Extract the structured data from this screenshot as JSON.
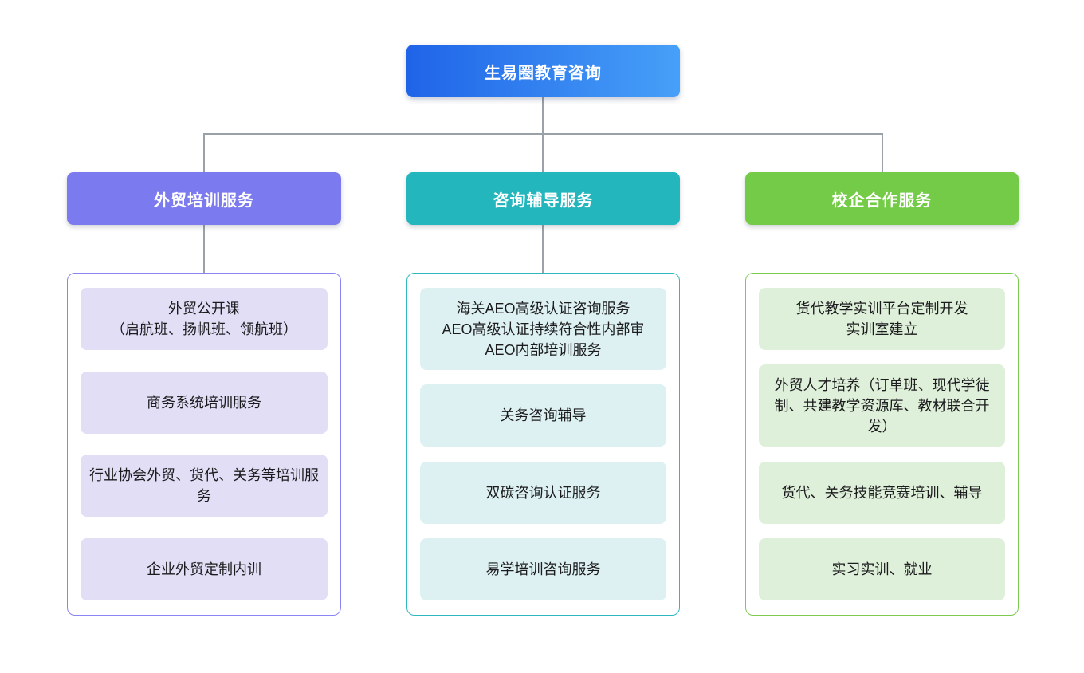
{
  "diagram": {
    "connector_color": "#9aa1a9",
    "root": {
      "label": "生易圈教育咨询",
      "gradient_from": "#1f64e8",
      "gradient_to": "#47a0f8"
    },
    "branches": [
      {
        "label": "外贸培训服务",
        "header_color": "#7c7aef",
        "border_color": "#8a85f2",
        "item_fill": "#e1def6",
        "items": [
          [
            "外贸公开课",
            "（启航班、扬帆班、领航班）"
          ],
          [
            "商务系统培训服务"
          ],
          [
            "行业协会外贸、货代、关务等培训服务"
          ],
          [
            "企业外贸定制内训"
          ]
        ]
      },
      {
        "label": "咨询辅导服务",
        "header_color": "#23b6bd",
        "border_color": "#2fb9bf",
        "item_fill": "#ddf1f3",
        "items": [
          [
            "海关AEO高级认证咨询服务",
            "AEO高级认证持续符合性内部审",
            "AEO内部培训服务"
          ],
          [
            "关务咨询辅导"
          ],
          [
            "双碳咨询认证服务"
          ],
          [
            "易学培训咨询服务"
          ]
        ]
      },
      {
        "label": "校企合作服务",
        "header_color": "#73cb47",
        "border_color": "#7ccb50",
        "item_fill": "#dff0da",
        "items": [
          [
            "货代教学实训平台定制开发",
            "实训室建立"
          ],
          [
            "外贸人才培养（订单班、现代学徒制、共建教学资源库、教材联合开发）"
          ],
          [
            "货代、关务技能竞赛培训、辅导"
          ],
          [
            "实习实训、就业"
          ]
        ]
      }
    ]
  }
}
